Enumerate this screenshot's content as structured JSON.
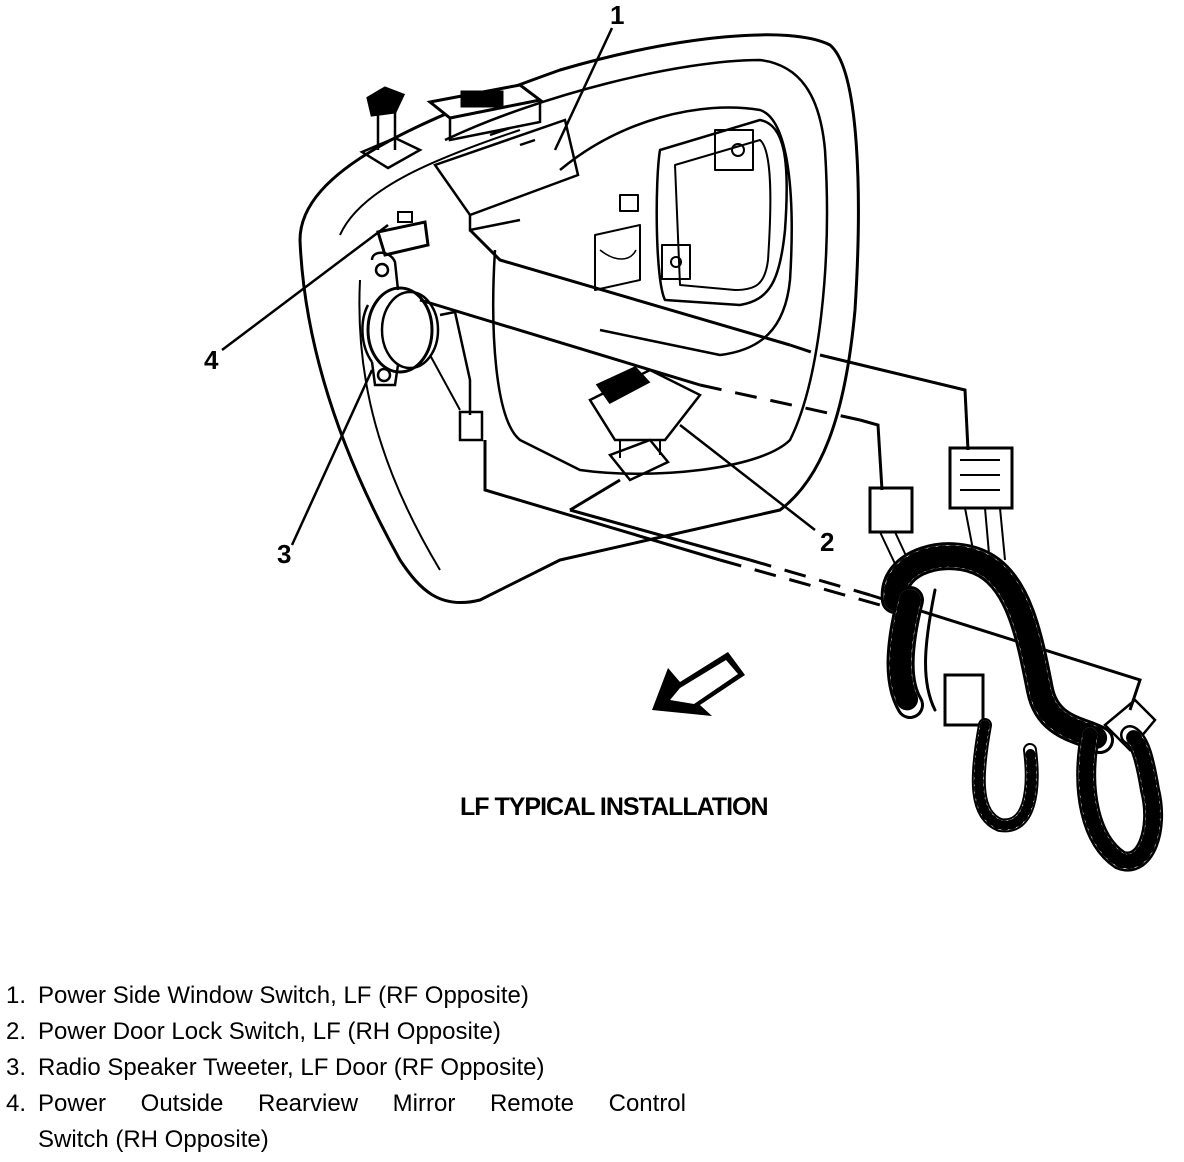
{
  "callouts": {
    "c1": "1",
    "c2": "2",
    "c3": "3",
    "c4": "4"
  },
  "caption": "LF TYPICAL INSTALLATION",
  "legend": [
    {
      "num": "1.",
      "text": "Power Side Window Switch, LF (RF Opposite)"
    },
    {
      "num": "2.",
      "text": "Power Door Lock Switch, LF (RH Opposite)"
    },
    {
      "num": "3.",
      "text": "Radio Speaker Tweeter, LF Door (RF Opposite)"
    },
    {
      "num": "4.",
      "text": "Power Outside Rearview Mirror Remote Control",
      "continuation": "Switch (RH Opposite)"
    }
  ]
}
